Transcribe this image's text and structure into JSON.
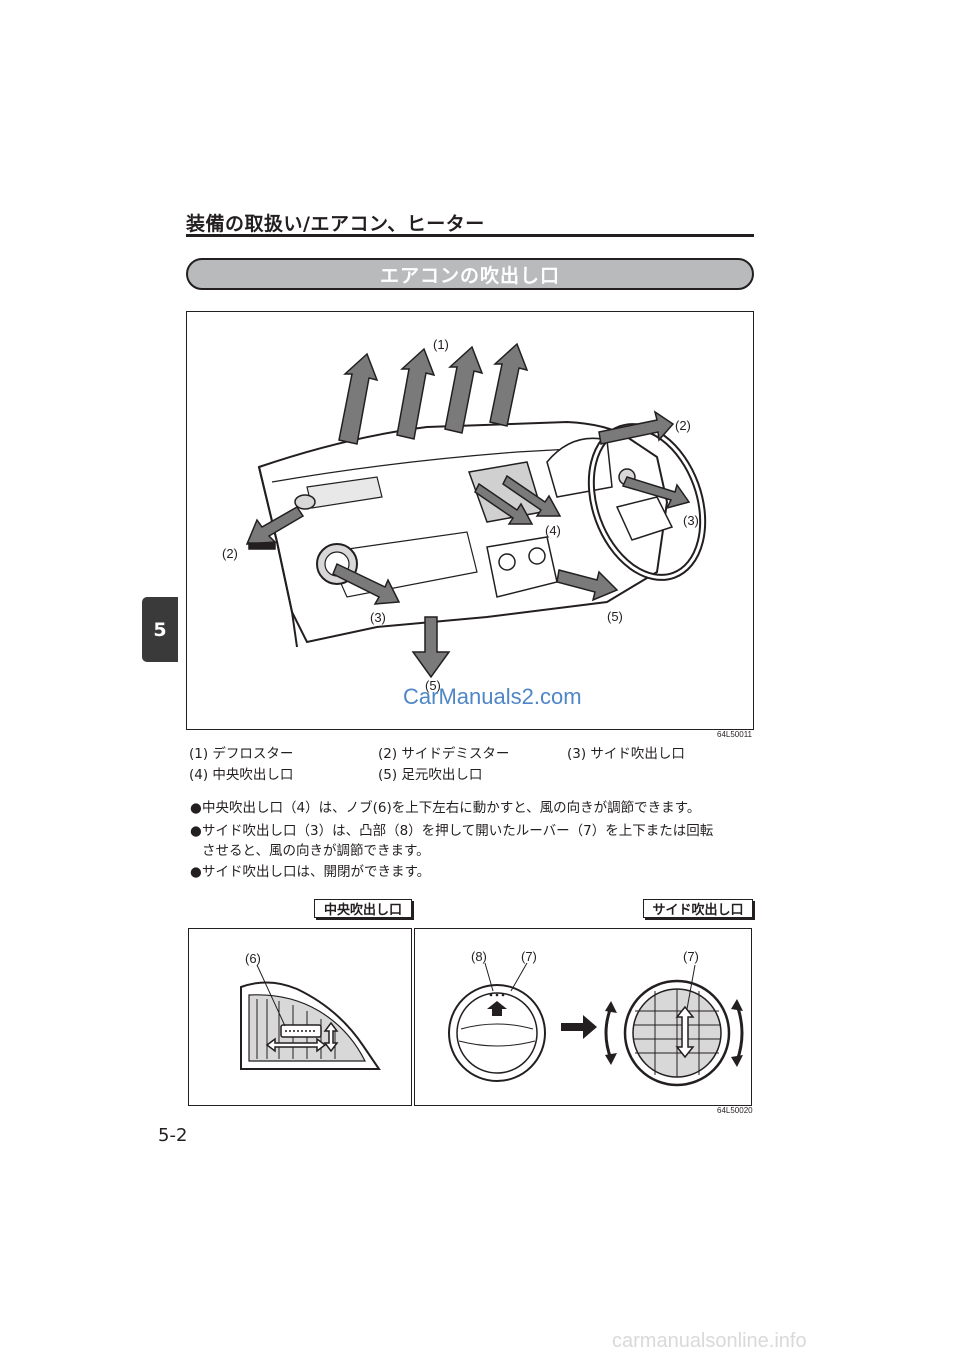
{
  "header": {
    "title": "装備の取扱い/エアコン、ヒーター"
  },
  "section": {
    "title": "エアコンの吹出し口"
  },
  "chapter_tab": "5",
  "page_number": "5-2",
  "figure1": {
    "code": "64L50011",
    "callouts": {
      "c1": "(1)",
      "c2a": "(2)",
      "c2b": "(2)",
      "c3a": "(3)",
      "c3b": "(3)",
      "c4": "(4)",
      "c5a": "(5)",
      "c5b": "(5)"
    },
    "watermark": "CarManuals2.com"
  },
  "legend": [
    "(1) デフロスター",
    "(2) サイドデミスター",
    "(3) サイド吹出し口",
    "(4) 中央吹出し口",
    "(5) 足元吹出し口"
  ],
  "bullets": [
    "中央吹出し口（4）は、ノブ(6)を上下左右に動かすと、風の向きが調節できます。",
    "サイド吹出し口（3）は、凸部（8）を押して開いたルーバー（7）を上下または回転",
    "させると、風の向きが調節できます。",
    "サイド吹出し口は、開閉ができます。"
  ],
  "bullet_symbol": "●",
  "tags": {
    "center": "中央吹出し口",
    "side": "サイド吹出し口"
  },
  "figure2": {
    "code": "64L50020",
    "callouts": {
      "c6": "(6)",
      "c8": "(8)",
      "c7a": "(7)",
      "c7b": "(7)"
    }
  },
  "bottom_watermark": "carmanualsonline.info"
}
